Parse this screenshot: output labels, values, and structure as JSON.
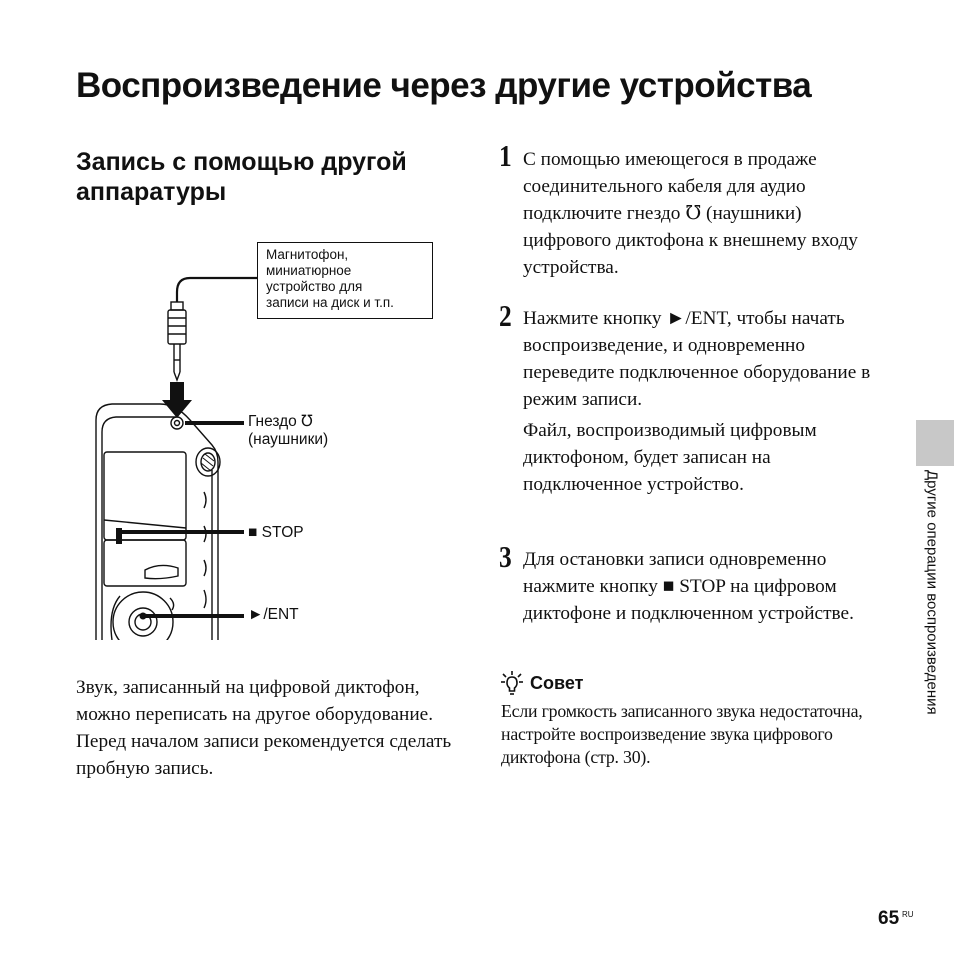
{
  "title": "Воспроизведение через другие устройства",
  "section_title": "Запись с помощью другой аппаратуры",
  "steps": [
    {
      "number": "1",
      "text": "С помощью имеющегося в продаже соединительного кабеля для аудио подключите гнездо ℧ (наушники) цифрового диктофона к внешнему входу устройства."
    },
    {
      "number": "2",
      "paragraphs": [
        "Нажмите кнопку ►/ENT, чтобы начать воспроизведение, и одновременно переведите подключенное оборудование в режим записи.",
        "Файл, воспроизводимый цифровым диктофоном, будет записан на подключенное устройство."
      ]
    },
    {
      "number": "3",
      "text": "Для остановки записи одновременно нажмите кнопку ■ STOP на цифровом диктофоне и подключенном устройстве."
    }
  ],
  "intro": [
    "Звук, записанный на цифровой диктофон, можно переписать на другое оборудование.",
    "Перед началом записи рекомендуется сделать пробную запись."
  ],
  "tip": {
    "heading": "Совет",
    "text": "Если громкость записанного звука недостаточна, настройте воспроизведение звука цифрового диктофона (стр. 30)."
  },
  "diagram": {
    "device_box": [
      "Магнитофон,",
      "миниатюрное",
      "устройство для",
      "записи на диск и т.п."
    ],
    "jack_label": [
      "Гнездо ℧",
      "(наушники)"
    ],
    "stop_label": "■ STOP",
    "ent_label": "►/ENT"
  },
  "side_label": "Другие операции воспроизведения",
  "page_number": "65",
  "page_lang": "RU"
}
